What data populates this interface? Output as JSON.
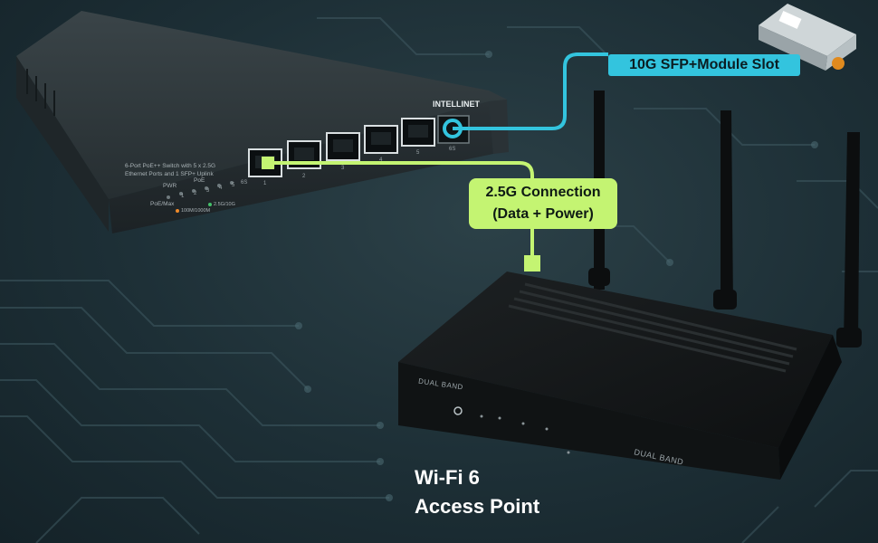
{
  "sfp_label": "10G SFP+Module Slot",
  "connection_label": {
    "line1": "2.5G Connection",
    "line2": "(Data + Power)"
  },
  "caption": {
    "line1": "Wi-Fi 6",
    "line2": "Access Point"
  },
  "switch": {
    "brand": "INTELLINET",
    "description_line1": "6-Port PoE++ Switch with 5 x 2.5G",
    "description_line2": "Ethernet Ports and 1 SFP+ Uplink",
    "led_pwr": "PWR",
    "led_poe": "PoE",
    "led_poe_max": "PoE/Max",
    "legend_1": "100M/1000M",
    "legend_2": "2.5G/10G",
    "port_numbers": [
      "1",
      "2",
      "3",
      "4",
      "5"
    ],
    "sfp_number": "6S",
    "led_numbers": [
      "1",
      "2",
      "3",
      "4",
      "5",
      "6S"
    ]
  },
  "router": {
    "top_label": "DUAL BAND",
    "front_label": "DUAL BAND"
  },
  "colors": {
    "sfp_accent": "#33c4de",
    "connection_accent": "#c4f472"
  }
}
